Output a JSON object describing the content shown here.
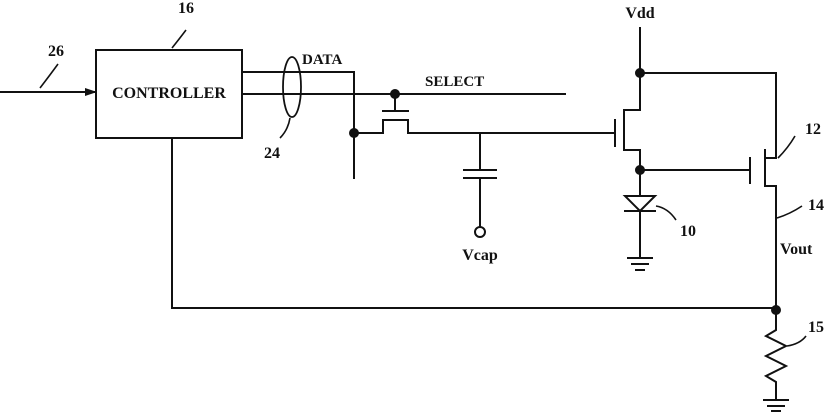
{
  "diagram": {
    "controller_label": "CONTROLLER",
    "ref_controller": "16",
    "ref_input": "26",
    "ref_bus": "24",
    "data_label": "DATA",
    "select_label": "SELECT",
    "vcap_label": "Vcap",
    "vdd_label": "Vdd",
    "vout_label": "Vout",
    "ref_led": "10",
    "ref_transistor": "12",
    "ref_output": "14",
    "ref_resistor": "15"
  }
}
